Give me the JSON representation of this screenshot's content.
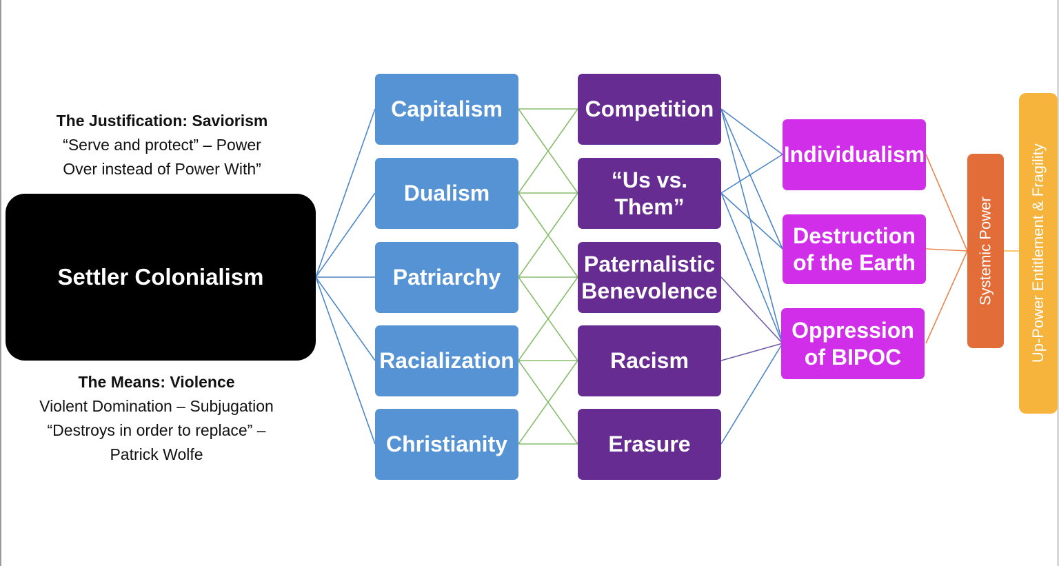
{
  "justification": {
    "heading": "The Justification: Saviorism",
    "lines": [
      "“Serve and protect” – Power",
      "Over instead of Power With”"
    ]
  },
  "means": {
    "heading": "The Means: Violence",
    "lines": [
      "Violent Domination – Subjugation",
      "“Destroys in order to replace” –",
      "Patrick Wolfe"
    ]
  },
  "root": {
    "label": "Settler Colonialism"
  },
  "systems": [
    {
      "label": "Capitalism"
    },
    {
      "label": "Dualism"
    },
    {
      "label": "Patriarchy"
    },
    {
      "label": "Racialization"
    },
    {
      "label": "Christianity"
    }
  ],
  "values": [
    {
      "label": "Competition"
    },
    {
      "label": "“Us vs. Them”"
    },
    {
      "label": "Paternalistic Benevolence"
    },
    {
      "label": "Racism"
    },
    {
      "label": "Erasure"
    }
  ],
  "outcomes": [
    {
      "label": "Individualism"
    },
    {
      "label": "Destruction of the Earth"
    },
    {
      "label": "Oppression of BIPOC"
    }
  ],
  "systemic_power": {
    "label": "Systemic Power"
  },
  "up_power": {
    "label": "Up-Power Entitlement & Fragility"
  },
  "colors": {
    "blue": "#5593d4",
    "purple": "#672c91",
    "magenta": "#d02ee8",
    "orange": "#e36d38",
    "yellow": "#f7b43d",
    "line_blue": "#4d86c6",
    "line_green": "#86bd6a",
    "line_purple": "#6f5aa8",
    "line_orange": "#e8834e"
  }
}
